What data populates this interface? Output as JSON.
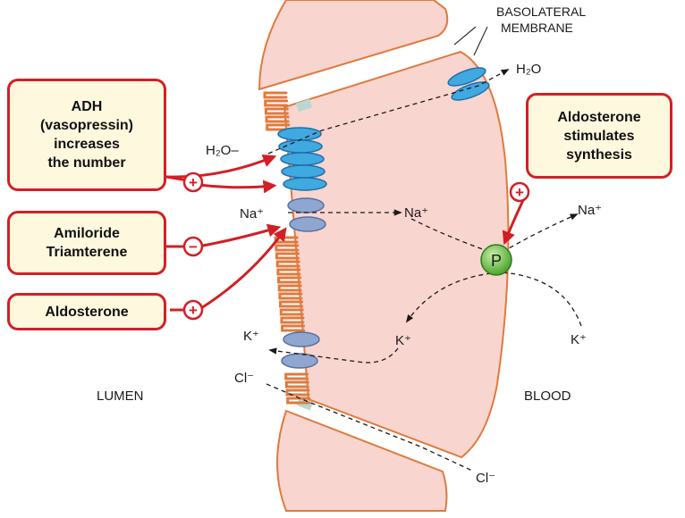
{
  "boxes": {
    "adh": [
      "ADH",
      "(vasopressin)",
      "increases",
      "the number"
    ],
    "amiloride": [
      "Amiloride",
      "Triamterene"
    ],
    "aldosterone_left": [
      "Aldosterone"
    ],
    "aldosterone_right": [
      "Aldosterone",
      "stimulates",
      "synthesis"
    ]
  },
  "labels": {
    "basolateral_line1": "BASOLATERAL",
    "basolateral_line2": "MEMBRANE",
    "h2o_out": "H₂O",
    "h2o_in": "H₂O–",
    "na_in": "Na⁺",
    "na_cell": "Na⁺",
    "na_out": "Na⁺",
    "pump": "P",
    "k_lumen": "K⁺",
    "k_cell": "K⁺",
    "k_blood": "K⁺",
    "cl_lumen": "Cl⁻",
    "cl_blood": "Cl⁻",
    "lumen": "LUMEN",
    "blood": "BLOOD"
  },
  "signs": {
    "plus": "+",
    "minus": "−"
  },
  "colors": {
    "cell": "#f9d5cf",
    "cell_border": "#e07a3e",
    "channel_blue": "#3fa9e0",
    "channel_gray": "#8fa6d0",
    "arrow_red": "#d21f26",
    "box_fill": "#fdf8de",
    "pump_green": "#6cc04a"
  }
}
